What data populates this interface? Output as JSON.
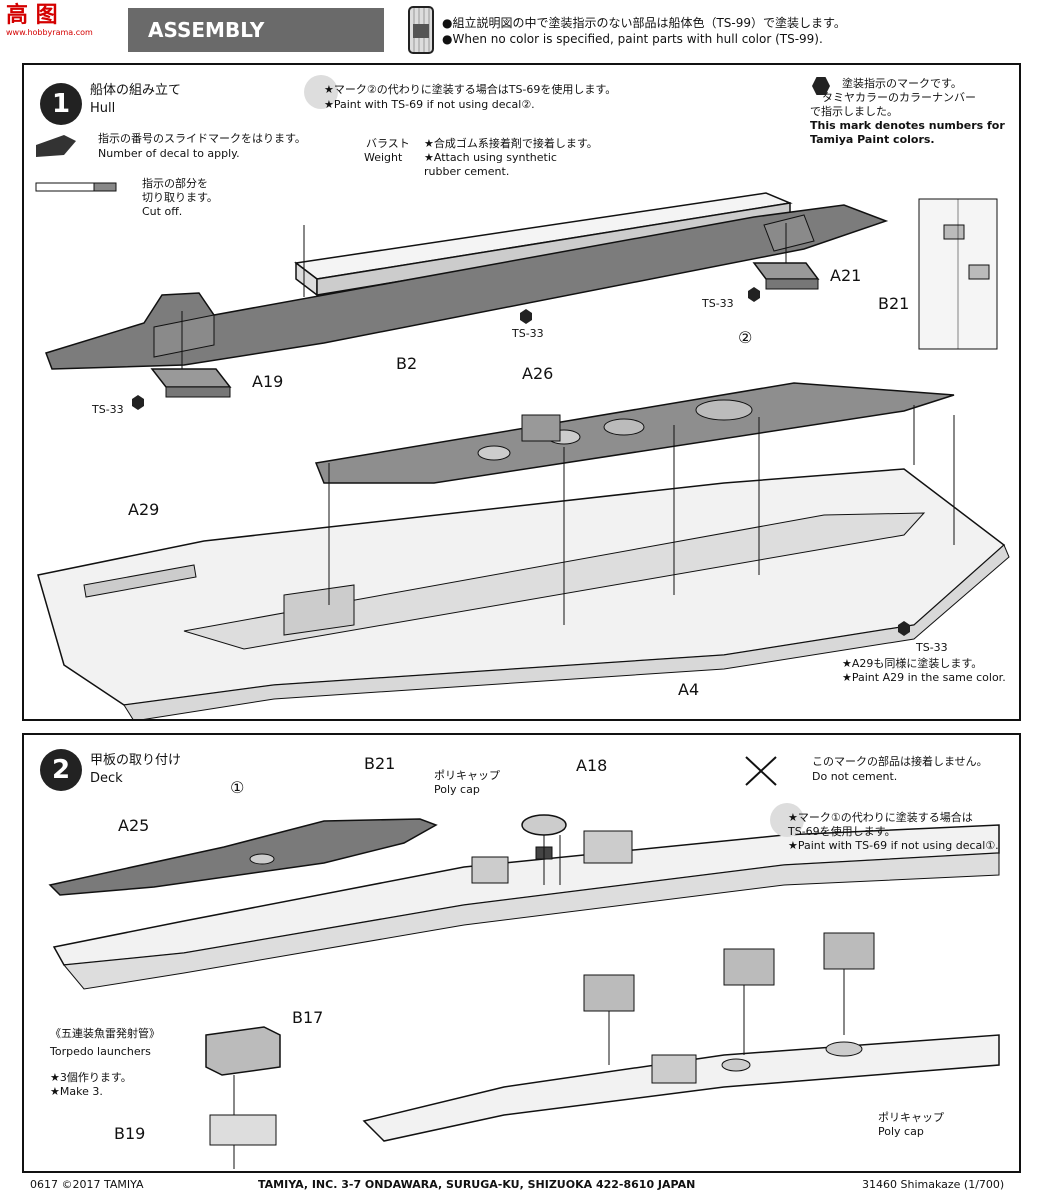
{
  "header": {
    "watermark": "高 图",
    "watermark_url": "www.hobbyrama.com",
    "title": "ASSEMBLY",
    "paint_note_jp": "●組立説明図の中で塗装指示のない部品は船体色（TS-99）で塗装します。",
    "paint_note_en": "●When no color is specified, paint parts with hull color (TS-99)."
  },
  "step1": {
    "number": "1",
    "title_jp": "船体の組み立て",
    "title_en": "Hull",
    "decal_jp": "指示の番号のスライドマークをはります。",
    "decal_en": "Number of decal to apply.",
    "cut_jp1": "指示の部分を",
    "cut_jp2": "切り取ります。",
    "cut_en": "Cut off.",
    "alt_paint_jp": "★マーク②の代わりに塗装する場合はTS-69を使用します。",
    "alt_paint_en": "★Paint with TS-69 if not using decal②.",
    "paint_mark_jp1": "塗装指示のマークです。",
    "paint_mark_jp2": "タミヤカラーのカラーナンバー",
    "paint_mark_jp3": "で指示しました。",
    "paint_mark_en1": "This mark denotes numbers for",
    "paint_mark_en2": "Tamiya Paint colors.",
    "ballast_jp": "バラスト",
    "ballast_en": "Weight",
    "cement_jp": "★合成ゴム系接着剤で接着します。",
    "cement_en1": "★Attach using synthetic",
    "cement_en2": "rubber cement.",
    "parts": {
      "a21": "A21",
      "b21": "B21",
      "ts33a": "TS-33",
      "ts33b": "TS-33",
      "ts33c": "TS-33",
      "ts33d": "TS-33",
      "b2": "B2",
      "a19": "A19",
      "a26": "A26",
      "a29": "A29",
      "a4": "A4",
      "decal2": "②"
    },
    "a29_note_jp": "★A29も同様に塗装します。",
    "a29_note_en": "★Paint A29 in the same color."
  },
  "step2": {
    "number": "2",
    "title_jp": "甲板の取り付け",
    "title_en": "Deck",
    "nocement_jp": "このマークの部品は接着しません。",
    "nocement_en": "Do not cement.",
    "alt_paint_jp1": "★マーク①の代わりに塗装する場合は",
    "alt_paint_jp2": "TS-69を使用します。",
    "alt_paint_en": "★Paint with TS-69 if not using decal①.",
    "polycap_jp": "ポリキャップ",
    "polycap_en": "Poly cap",
    "polycap2_jp": "ポリキャップ",
    "polycap2_en": "Poly cap",
    "torpedo_jp": "《五連装魚雷発射管》",
    "torpedo_en": "Torpedo launchers",
    "make_jp": "★3個作ります。",
    "make_en": "★Make 3.",
    "parts": {
      "b21": "B21",
      "a18": "A18",
      "a25": "A25",
      "b17": "B17",
      "b19": "B19",
      "decal1": "①"
    }
  },
  "footer": {
    "code": "0617 ©2017 TAMIYA",
    "address": "TAMIYA, INC. 3-7 ONDAWARA, SURUGA-KU, SHIZUOKA 422-8610 JAPAN",
    "item": "31460 Shimakaze (1/700)"
  }
}
